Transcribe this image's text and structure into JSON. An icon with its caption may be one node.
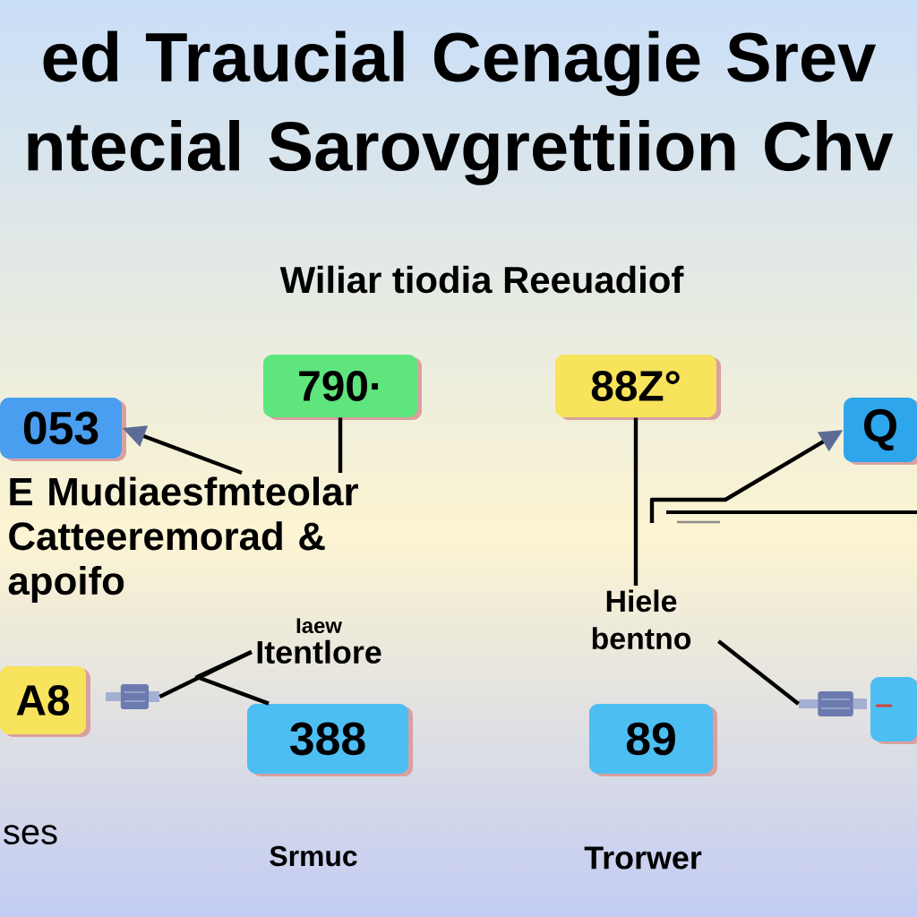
{
  "diagram": {
    "title": "ed Traucial Cenagie Srev ntecial Sarovgrettiion Chv",
    "nodes": [
      {
        "text": [
          "790·"
        ]
      },
      {
        "text": [
          "88Z°"
        ]
      },
      {
        "text": [
          "053"
        ]
      },
      {
        "text": [
          "Q"
        ]
      },
      {
        "text": [
          "E Mudiaesfmteolar Catteeremorad & apoifo"
        ]
      },
      {
        "text": [
          "Iaew",
          "Itentlore"
        ]
      },
      {
        "text": [
          "Hiele bentno"
        ]
      },
      {
        "text": [
          "A8"
        ]
      },
      {
        "text": [],
        "shape": "picture"
      },
      {
        "text": [],
        "shape": "picture"
      },
      {
        "text": [],
        "shape": "box"
      },
      {
        "text": [
          "388"
        ]
      },
      {
        "text": [
          "89"
        ]
      }
    ],
    "edges": [
      {
        "from": 0,
        "to": 4,
        "arrow": "none"
      },
      {
        "from": 4,
        "to": 2,
        "arrow": "to"
      },
      {
        "from": 1,
        "to": 6,
        "arrow": "none"
      },
      {
        "from": null,
        "to": 3,
        "arrow": "to"
      },
      {
        "from": 5,
        "to": 8,
        "arrow": "none"
      },
      {
        "from": 5,
        "to": 11,
        "arrow": "none"
      },
      {
        "from": 6,
        "to": 9,
        "arrow": "none"
      }
    ],
    "labels": [
      "Wiliar tiodia Reeuadiof",
      "ses",
      "Srmuc",
      "Trorwer"
    ]
  }
}
